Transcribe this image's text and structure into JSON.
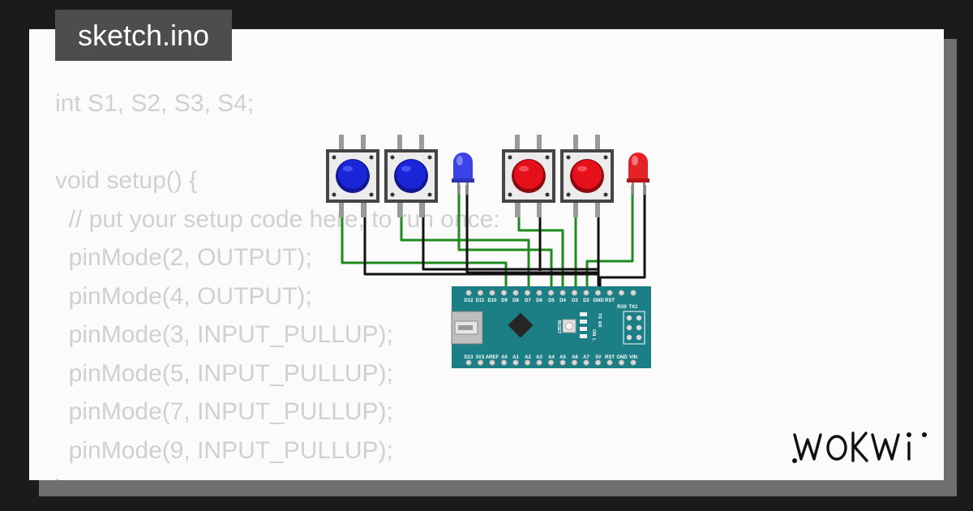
{
  "file_tab": {
    "label": "sketch.ino"
  },
  "code_lines": [
    "int S1, S2, S3, S4;",
    "",
    "void setup() {",
    "  // put your setup code here, to run once:",
    "  pinMode(2, OUTPUT);",
    "  pinMode(4, OUTPUT);",
    "  pinMode(3, INPUT_PULLUP);",
    "  pinMode(5, INPUT_PULLUP);",
    "  pinMode(7, INPUT_PULLUP);",
    "  pinMode(9, INPUT_PULLUP);",
    "}"
  ],
  "diagram": {
    "buttons": [
      {
        "color": "blue"
      },
      {
        "color": "blue"
      },
      {
        "color": "red"
      },
      {
        "color": "red"
      }
    ],
    "leds": [
      {
        "color": "blue"
      },
      {
        "color": "red"
      }
    ],
    "board": {
      "top_pin_labels": [
        "D12",
        "D11",
        "D10",
        "D9",
        "D8",
        "D7",
        "D6",
        "D5",
        "D4",
        "D3",
        "D2",
        "GND",
        "RST",
        "RX0",
        "TX1"
      ],
      "bottom_pin_labels": [
        "D13",
        "3V3",
        "AREF",
        "A0",
        "A1",
        "A2",
        "A3",
        "A4",
        "A5",
        "A6",
        "A7",
        "5V",
        "RST",
        "GND",
        "VIN"
      ],
      "indicator_labels": [
        "TX",
        "RX",
        "ON",
        "L"
      ],
      "reset_label": "RESET"
    },
    "colors": {
      "signal_wire": "#1e8a1e",
      "ground_wire": "#111111",
      "board": "#1d7f86",
      "button_blue": "#1a25d8",
      "button_red": "#e5101a",
      "led_blue": "#3b43e6",
      "led_red": "#e52326"
    }
  },
  "logo": {
    "text": "WOKWi"
  }
}
